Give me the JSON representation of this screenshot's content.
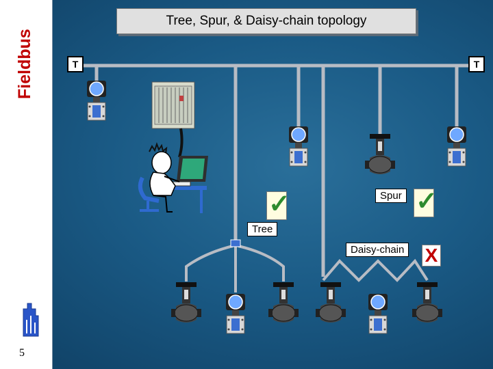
{
  "slide": {
    "title": "Tree, Spur, & Daisy-chain topology",
    "vertical_title": "Fieldbus",
    "page_number": "5"
  },
  "terminators": {
    "left": "T",
    "right": "T"
  },
  "labels": {
    "tree": "Tree",
    "spur": "Spur",
    "daisy_chain": "Daisy-chain"
  },
  "marks": {
    "check": "✓",
    "x": "X"
  },
  "colors": {
    "pipe": "#b8bcc4",
    "title_red": "#c00000",
    "check_green": "#2e8b2e",
    "device_blue": "#3c6fd0"
  }
}
